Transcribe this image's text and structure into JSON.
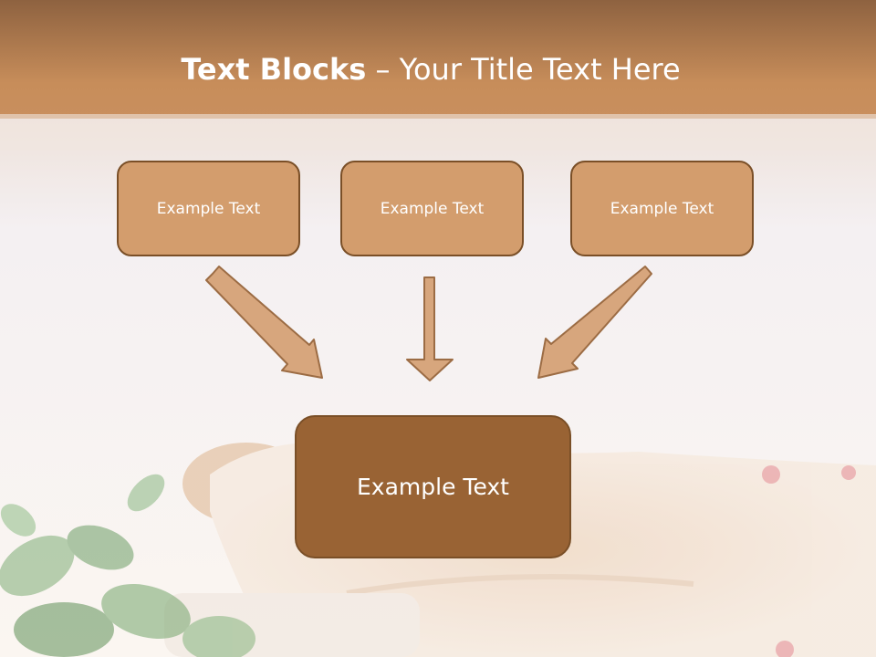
{
  "title": {
    "bold": "Text Blocks",
    "rest": " – Your Title Text Here"
  },
  "top_boxes": [
    {
      "label": "Example Text"
    },
    {
      "label": "Example Text"
    },
    {
      "label": "Example Text"
    }
  ],
  "center_box": {
    "label": "Example Text"
  },
  "colors": {
    "header_band": "#c58a58",
    "box_fill": "#d39d6d",
    "box_border": "#7a4f27",
    "center_fill": "#996334",
    "arrow_fill": "#d7a67d",
    "arrow_stroke": "#9c6c44"
  }
}
